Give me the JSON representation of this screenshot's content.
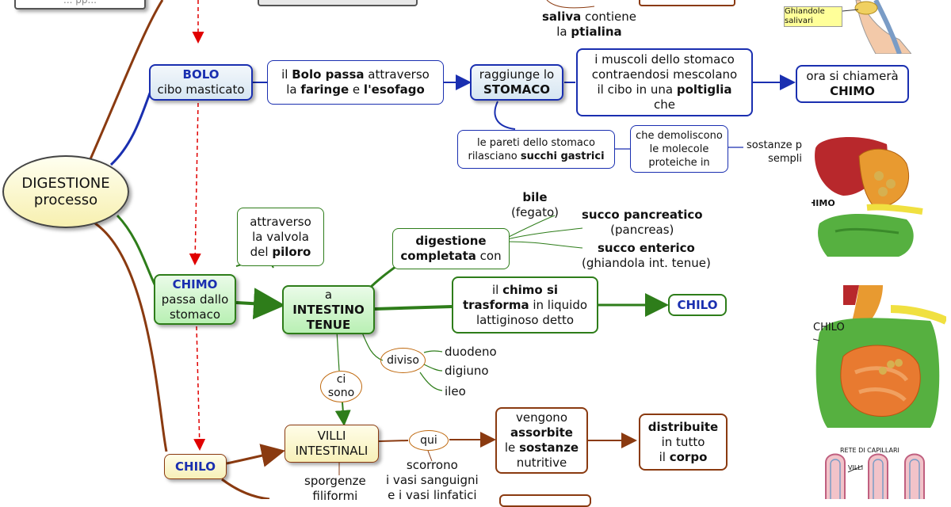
{
  "center": {
    "line1": "DIGESTIONE",
    "line2": "processo"
  },
  "top_box_partial": {
    "text": "... pp..."
  },
  "saliva": {
    "a": "saliva",
    "b": " contiene",
    "c": "la ",
    "d": "ptialina"
  },
  "bolo": {
    "title": "BOLO",
    "sub": "cibo masticato"
  },
  "bolo_passa": {
    "a": "il ",
    "b": "Bolo passa",
    "c": " attraverso",
    "d": "la ",
    "e": "faringe",
    "f": " e ",
    "g": "l'esofago"
  },
  "stomaco": {
    "a": "raggiunge lo",
    "b": "STOMACO"
  },
  "muscoli": {
    "l1": "i muscoli dello stomaco",
    "l2": "contraendosi mescolano",
    "l3a": "il cibo in una ",
    "l3b": "poltiglia",
    "l4": "che"
  },
  "chimo_end": {
    "l1": "ora si chiamerà",
    "l2": "CHIMO"
  },
  "pareti": {
    "l1": "le pareti dello stomaco",
    "l2a": "rilasciano ",
    "l2b": "succhi gastrici"
  },
  "demoliscono": {
    "l1": "che demoliscono",
    "l2": "le molecole",
    "l3": "proteiche in"
  },
  "sostanze_cut": {
    "l1": "sostanze p",
    "l2": "sempli"
  },
  "bile": {
    "a": "bile",
    "b": "(fegato)"
  },
  "pancreatico": {
    "a": "succo pancreatico",
    "b": "(pancreas)"
  },
  "enterico": {
    "a": "succo enterico",
    "b": "(ghiandola int. tenue)"
  },
  "digestione_compl": {
    "a": "digestione",
    "b": "completata",
    "c": " con"
  },
  "piloro": {
    "l1": "attraverso",
    "l2": "la valvola",
    "l3a": "del ",
    "l3b": "piloro"
  },
  "chimo": {
    "title": "CHIMO",
    "l2": "passa dallo",
    "l3": "stomaco"
  },
  "intestino": {
    "a": "a",
    "b": "INTESTINO",
    "c": "TENUE"
  },
  "trasforma": {
    "a": "il ",
    "b": "chimo si",
    "c": "trasforma",
    "d": " in liquido",
    "e": "lattiginoso detto"
  },
  "chilo_end": {
    "text": "CHILO"
  },
  "diviso": {
    "text": "diviso"
  },
  "parts": [
    "duodeno",
    "digiuno",
    "ileo"
  ],
  "ci_sono": {
    "a": "ci",
    "b": "sono"
  },
  "villi": {
    "a": "VILLI",
    "b": "INTESTINALI"
  },
  "qui": {
    "text": "qui"
  },
  "assorbite": {
    "a": "vengono",
    "b": "assorbite",
    "c": "le ",
    "d": "sostanze",
    "e": "nutritive"
  },
  "distribuite": {
    "a": "distribuite",
    "b": "in tutto",
    "c": "il ",
    "d": "corpo"
  },
  "chilo": {
    "text": "CHILO"
  },
  "sporgenze": {
    "a": "sporgenze",
    "b": "filiformi"
  },
  "scorrono": {
    "a": "scorrono",
    "b": "i vasi sanguigni",
    "c": "e i vasi linfatici"
  },
  "images": {
    "ghiandole": "Ghiandole salivari",
    "chimo_label": "CHIMO",
    "chilo_label": "CHILO",
    "capillari": "RETE DI CAPILLARI",
    "villi_label": "VILLI"
  },
  "colors": {
    "blue": "#1a2fb0",
    "green": "#2e7d1a",
    "brown": "#8a3a10",
    "red": "#e00000"
  }
}
